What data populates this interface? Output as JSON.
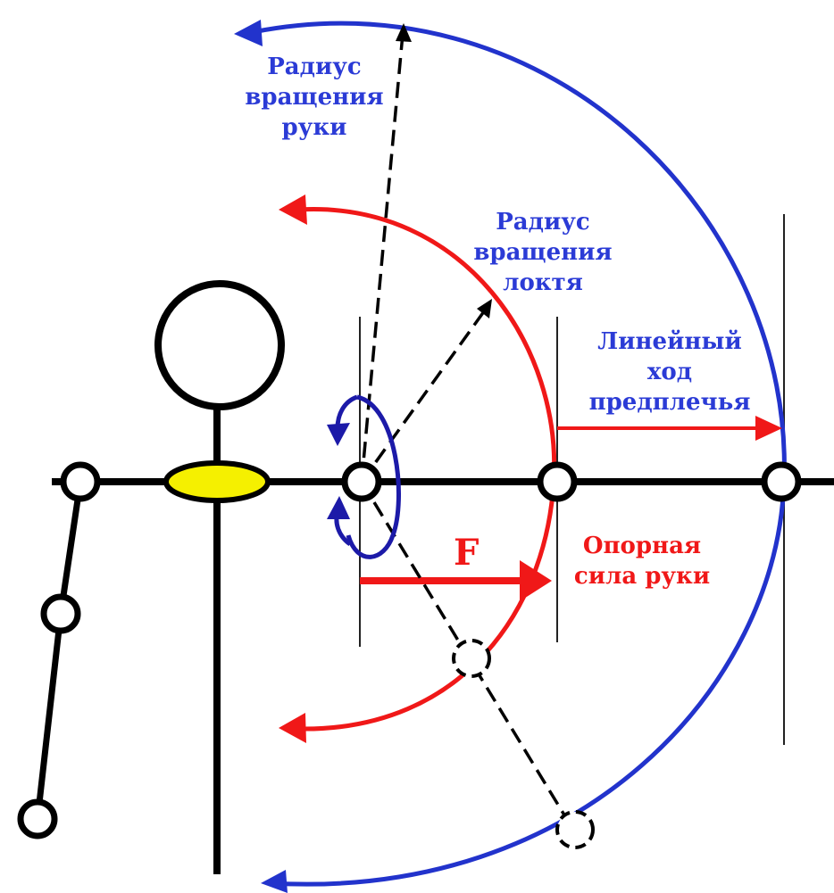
{
  "labels": {
    "hand_radius": [
      "Радиус",
      "вращения",
      "руки"
    ],
    "elbow_radius": [
      "Радиус",
      "вращения",
      "локтя"
    ],
    "forearm_travel": [
      "Линейный",
      "ход",
      "предплечья"
    ],
    "support_force": [
      "Опорная",
      "сила руки"
    ],
    "force_symbol": "F"
  },
  "colors": {
    "hand_arc": "#2233cc",
    "elbow_arc": "#f01818",
    "rotation": "#1c1aa8",
    "torso_ellipse": "#f5f000",
    "ink": "#000000"
  }
}
